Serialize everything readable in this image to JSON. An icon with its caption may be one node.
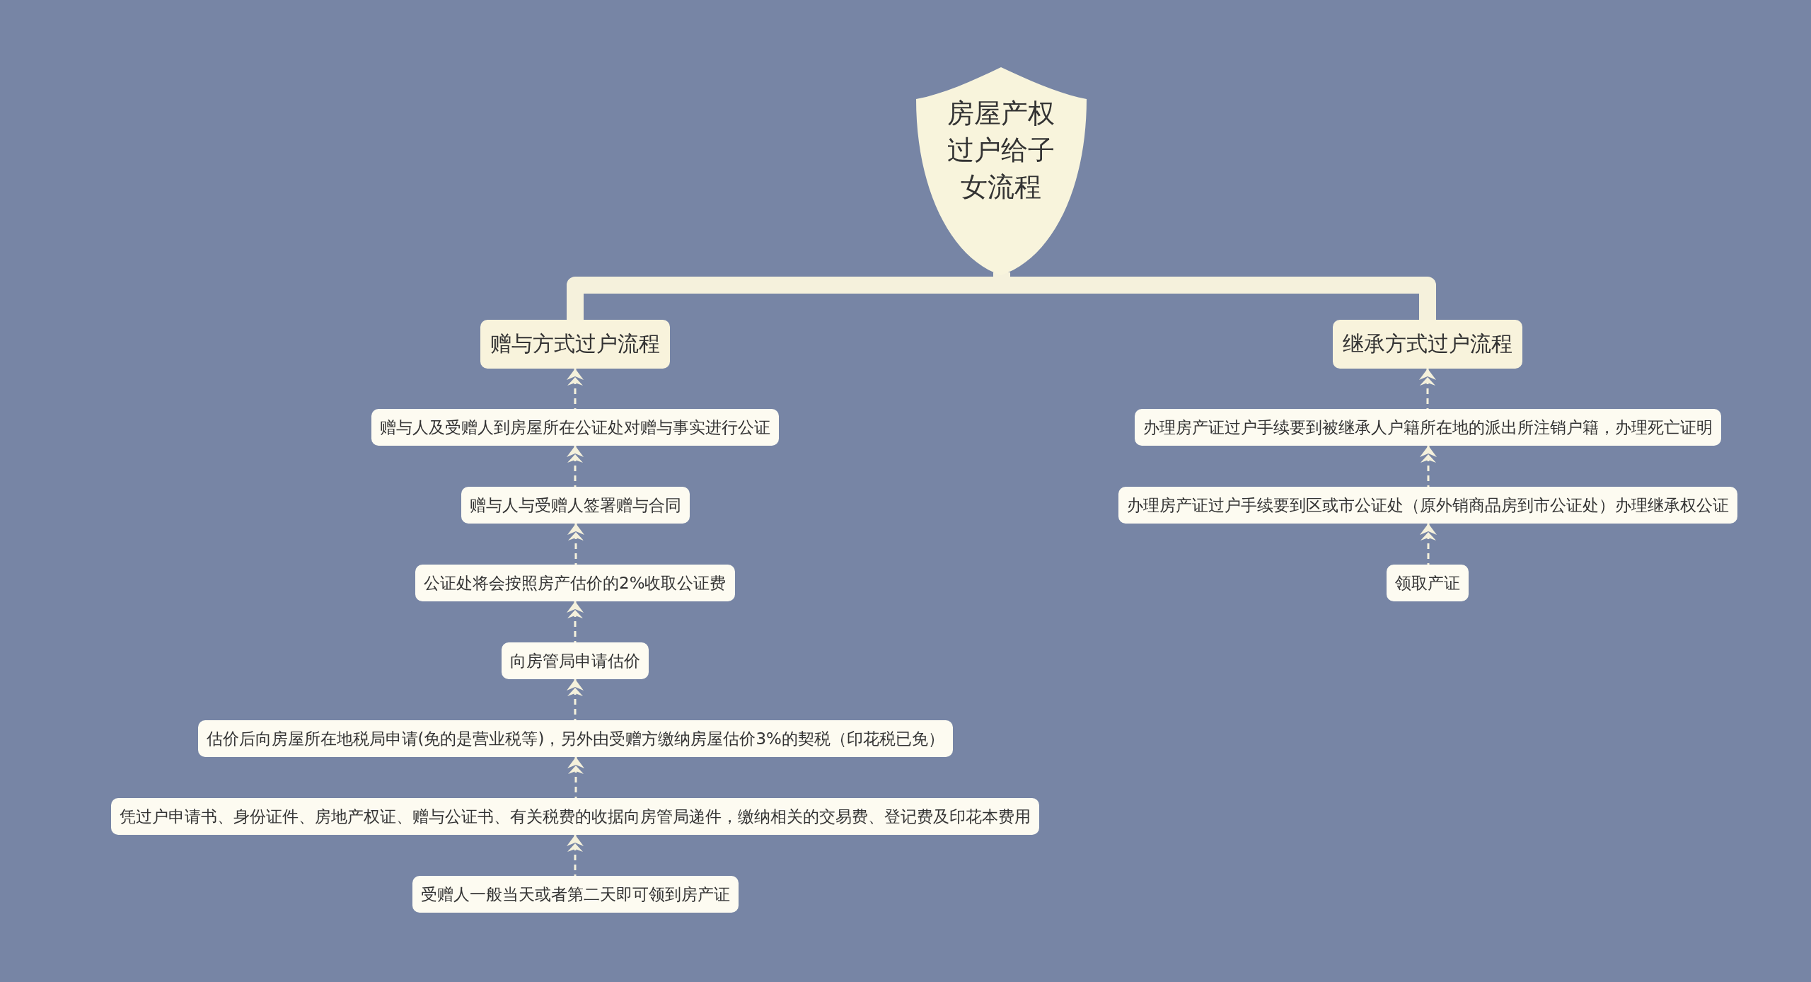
{
  "diagram": {
    "nodes": [
      {
        "text": [
          "房屋产权过户给子女流程"
        ]
      },
      {
        "text": [
          "赠与方式过户流程"
        ]
      },
      {
        "text": [
          "赠与人及受赠人到房屋所在公证处对赠与事实进行公证"
        ]
      },
      {
        "text": [
          "赠与人与受赠人签署赠与合同"
        ]
      },
      {
        "text": [
          "公证处将会按照房产估价的2%收取公证费"
        ]
      },
      {
        "text": [
          "向房管局申请估价"
        ]
      },
      {
        "text": [
          "估价后向房屋所在地税局申请(免的是营业税等)，另外由受赠方缴纳房屋估价3%的契税（印花税已免）"
        ]
      },
      {
        "text": [
          "凭过户申请书、身份证件、房地产权证、赠与公证书、有关税费的收据向房管局递件，缴纳相关的交易费、登记费及印花本费用"
        ]
      },
      {
        "text": [
          "受赠人一般当天或者第二天即可领到房产证"
        ]
      },
      {
        "text": [
          "继承方式过户流程"
        ]
      },
      {
        "text": [
          "办理房产证过户手续要到被继承人户籍所在地的派出所注销户籍，办理死亡证明"
        ]
      },
      {
        "text": [
          "办理房产证过户手续要到区或市公证处（原外销商品房到市公证处）办理继承权公证"
        ]
      },
      {
        "text": [
          "领取产证"
        ]
      }
    ],
    "edges": [
      {
        "from": 0,
        "to": 1,
        "arrow": "none",
        "style": "thick"
      },
      {
        "from": 0,
        "to": 9,
        "arrow": "none",
        "style": "thick"
      },
      {
        "from": 2,
        "to": 1,
        "arrow": "to",
        "style": "dashed"
      },
      {
        "from": 3,
        "to": 2,
        "arrow": "to",
        "style": "dashed"
      },
      {
        "from": 4,
        "to": 3,
        "arrow": "to",
        "style": "dashed"
      },
      {
        "from": 5,
        "to": 4,
        "arrow": "to",
        "style": "dashed"
      },
      {
        "from": 6,
        "to": 5,
        "arrow": "to",
        "style": "dashed"
      },
      {
        "from": 7,
        "to": 6,
        "arrow": "to",
        "style": "dashed"
      },
      {
        "from": 8,
        "to": 7,
        "arrow": "to",
        "style": "dashed"
      },
      {
        "from": 10,
        "to": 9,
        "arrow": "to",
        "style": "dashed"
      },
      {
        "from": 11,
        "to": 10,
        "arrow": "to",
        "style": "dashed"
      },
      {
        "from": 12,
        "to": 11,
        "arrow": "to",
        "style": "dashed"
      }
    ]
  }
}
